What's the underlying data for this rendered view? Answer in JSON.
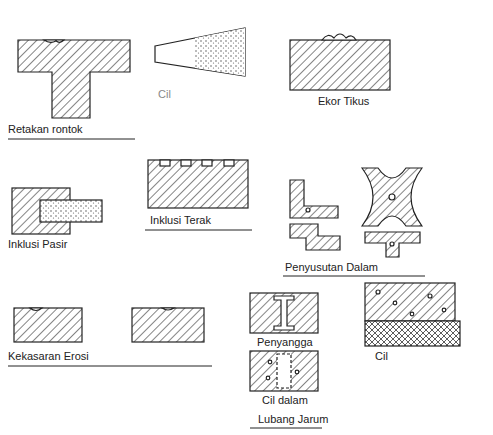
{
  "diagram": {
    "labels": [
      "Retakan rontok",
      "Cil",
      "Ekor Tikus",
      "Inklusi Pasir",
      "Inklusi Terak",
      "Penyusutan Dalam",
      "Kekasaran Erosi",
      "Penyangga",
      "Cil dalam",
      "Lubang Jarum",
      "Cil"
    ]
  }
}
